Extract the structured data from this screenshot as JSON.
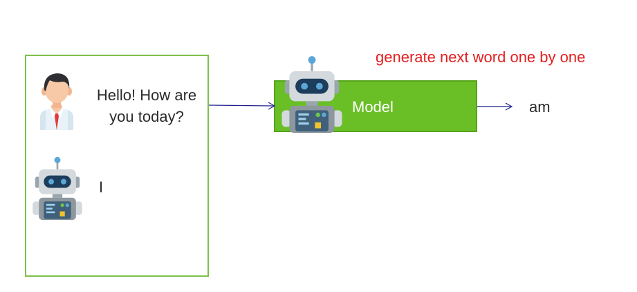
{
  "context": {
    "user_message": "Hello! How are you today?",
    "assistant_partial": "I"
  },
  "model": {
    "label": "Model"
  },
  "annotation": "generate next word one by one",
  "next_token": "am",
  "colors": {
    "context_border": "#7cc04a",
    "model_fill": "#6abf27",
    "annotation_text": "#e32020",
    "arrow": "#1f1f8f"
  },
  "icons": [
    "user-avatar-icon",
    "robot-icon"
  ]
}
